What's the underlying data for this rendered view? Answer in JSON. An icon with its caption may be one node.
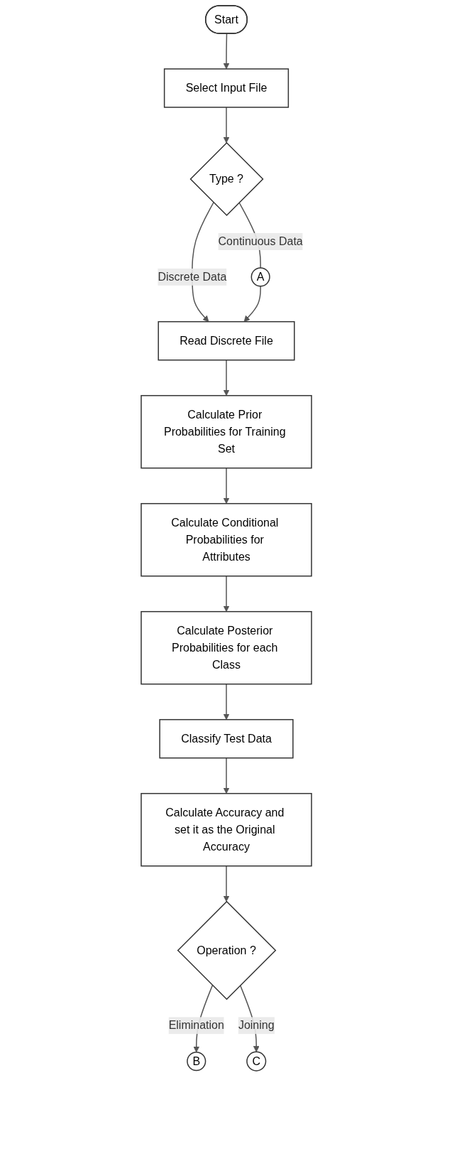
{
  "diagram": {
    "nodes": [
      {
        "text": [
          "Start"
        ]
      },
      {
        "text": [
          "Select Input File"
        ]
      },
      {
        "text": [
          "Type ?"
        ]
      },
      {
        "text": [
          "A"
        ]
      },
      {
        "text": [
          "Read Discrete File"
        ]
      },
      {
        "text": [
          "Calculate Prior Probabilities for Training Set"
        ]
      },
      {
        "text": [
          "Calculate Conditional Probabilities for Attributes"
        ]
      },
      {
        "text": [
          "Calculate Posterior Probabilities for each Class"
        ]
      },
      {
        "text": [
          "Classify Test Data"
        ]
      },
      {
        "text": [
          "Calculate Accuracy and set it as the Original Accuracy"
        ]
      },
      {
        "text": [
          "Operation ?"
        ]
      },
      {
        "text": [
          "B"
        ]
      },
      {
        "text": [
          "C"
        ]
      }
    ],
    "edges": [
      {
        "from": 0,
        "to": 1,
        "arrow": "to"
      },
      {
        "from": 1,
        "to": 2,
        "arrow": "to"
      },
      {
        "from": 2,
        "to": 4,
        "arrow": "to",
        "label": "Discrete Data"
      },
      {
        "from": 2,
        "to": 3,
        "arrow": "none",
        "label": "Continuous Data"
      },
      {
        "from": 3,
        "to": 4,
        "arrow": "to"
      },
      {
        "from": 4,
        "to": 5,
        "arrow": "to"
      },
      {
        "from": 5,
        "to": 6,
        "arrow": "to"
      },
      {
        "from": 6,
        "to": 7,
        "arrow": "to"
      },
      {
        "from": 7,
        "to": 8,
        "arrow": "to"
      },
      {
        "from": 8,
        "to": 9,
        "arrow": "to"
      },
      {
        "from": 9,
        "to": 10,
        "arrow": "to"
      },
      {
        "from": 10,
        "to": 11,
        "arrow": "to",
        "label": "Elimination"
      },
      {
        "from": 10,
        "to": 12,
        "arrow": "to",
        "label": "Joining"
      }
    ]
  }
}
